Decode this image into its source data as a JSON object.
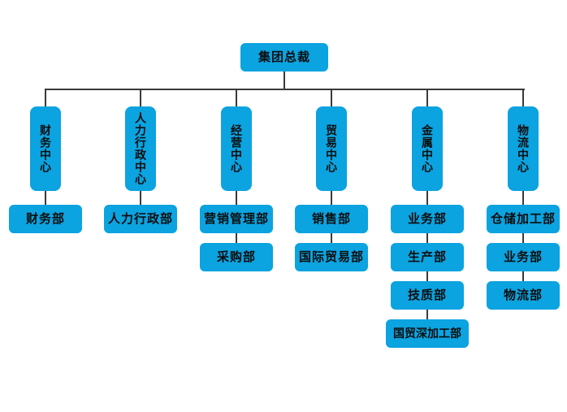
{
  "colors": {
    "node_fill": "#0ba3e0",
    "connector": "#3a3a3a",
    "text": "#0d0d0d",
    "background": "#ffffff"
  },
  "root": {
    "label": "集团总裁"
  },
  "centers": [
    {
      "label": "财务中心",
      "children": [
        "财务部"
      ]
    },
    {
      "label": "人力行政中心",
      "children": [
        "人力行政部"
      ]
    },
    {
      "label": "经营中心",
      "children": [
        "营销管理部",
        "采购部"
      ]
    },
    {
      "label": "贸易中心",
      "children": [
        "销售部",
        "国际贸易部"
      ]
    },
    {
      "label": "金属中心",
      "children": [
        "业务部",
        "生产部",
        "技质部",
        "国贸深加工部"
      ]
    },
    {
      "label": "物流中心",
      "children": [
        "仓储加工部",
        "业务部",
        "物流部"
      ]
    }
  ]
}
